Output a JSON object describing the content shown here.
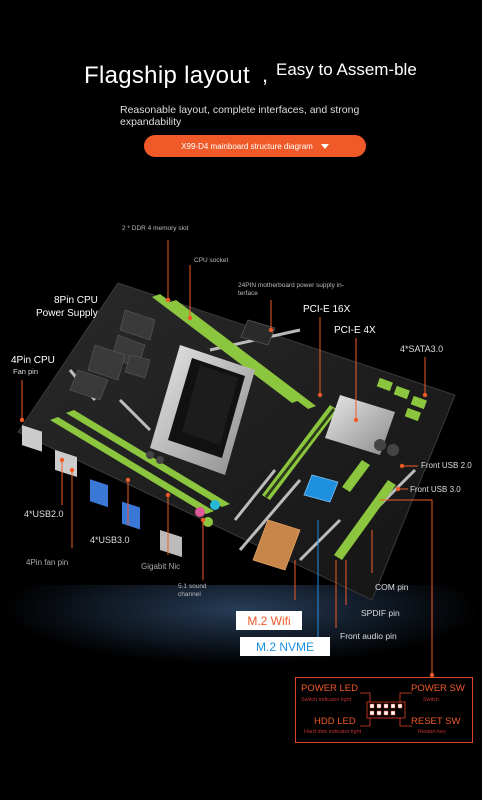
{
  "header": {
    "title": "Flagship layout",
    "separator": ",",
    "title_suffix": "Easy to Assem-ble",
    "subtitle": "Reasonable layout, complete interfaces, and strong expandability",
    "pill_label": "X99-D4 mainboard structure diagram"
  },
  "labels": {
    "ddr4": "2 * DDR 4 memory slot",
    "cpu_socket": "CPU socket",
    "power_24pin": "24PIN motherboard power supply in-terface",
    "cpu_8pin_line1": "8Pin CPU",
    "cpu_8pin_line2": "Power Supply",
    "pcie16": "PCI-E 16X",
    "pcie4": "PCI-E 4X",
    "sata": "4*SATA3.0",
    "fan4_line1": "4Pin CPU",
    "fan4_line2": "Fan pin",
    "front_usb2": "Front USB 2.0",
    "front_usb3": "Front USB 3.0",
    "usb2": "4*USB2.0",
    "usb3": "4*USB3.0",
    "fan_pin": "4Pin fan pin",
    "gigabit": "Gigabit Nic",
    "sound_line1": "5.1 sound",
    "sound_line2": "channel",
    "com": "COM pin",
    "spdif": "SPDIF pin",
    "front_audio": "Front audio pin",
    "m2wifi": "M.2 Wifi",
    "m2nvme": "M.2 NVME"
  },
  "panel": {
    "power_led": "POWER LED",
    "power_led_sub": "Switch indicator light",
    "power_sw": "POWER SW",
    "power_sw_sub": "Switch",
    "hdd_led": "HDD LED",
    "hdd_led_sub": "Hard disk indicator light",
    "reset_sw": "RESET SW",
    "reset_sw_sub": "Restart key"
  },
  "colors": {
    "accent": "#f05a28",
    "slot_green": "#8cc63f",
    "nvme_blue": "#1f8fe0"
  }
}
